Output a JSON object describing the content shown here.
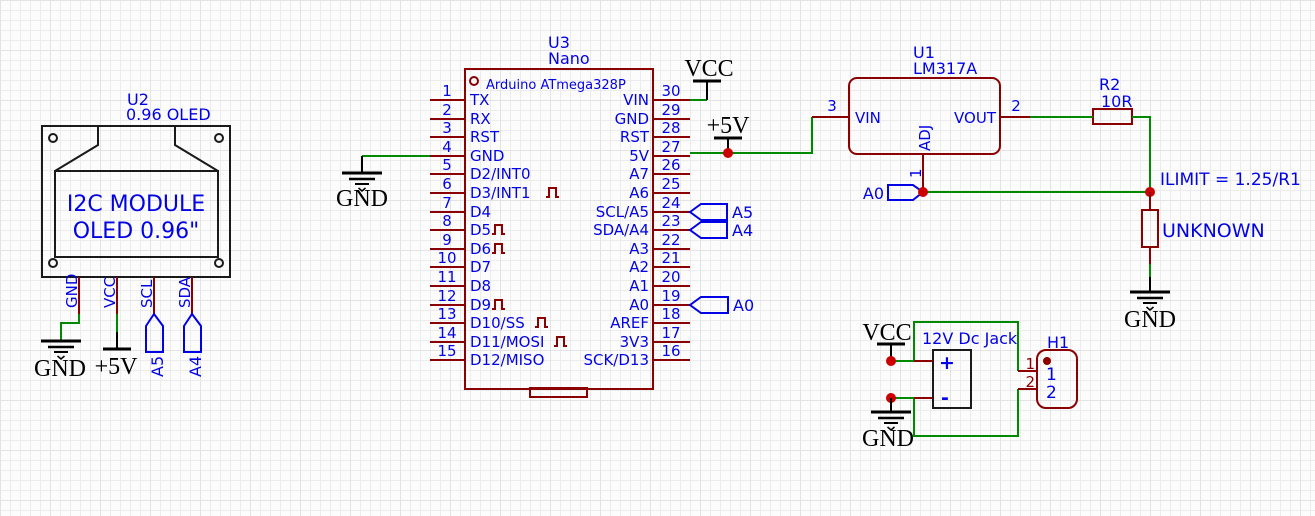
{
  "colors": {
    "component_outline": "#8b0000",
    "wire_green": "#008a00",
    "label_blue": "#0202e6",
    "junction_red": "#cc0000",
    "power_symbol_black": "#000000"
  },
  "power": {
    "gnd": "GND",
    "vcc": "VCC",
    "v5": "+5V"
  },
  "nets": {
    "a5": "A5",
    "a4": "A4",
    "a0": "A0"
  },
  "oled": {
    "refdes": "U2",
    "value": "0.96 OLED",
    "display_line1": "I2C MODULE",
    "display_line2": "OLED 0.96\"",
    "pins": [
      "GND",
      "VCC",
      "SCL",
      "SDA"
    ]
  },
  "nano": {
    "refdes": "U3",
    "value": "Nano",
    "part_label": "Arduino ATmega328P",
    "left_pins": [
      {
        "num": "1",
        "name": "TX"
      },
      {
        "num": "2",
        "name": "RX"
      },
      {
        "num": "3",
        "name": "RST"
      },
      {
        "num": "4",
        "name": "GND"
      },
      {
        "num": "5",
        "name": "D2/INT0"
      },
      {
        "num": "6",
        "name": "D3/INT1"
      },
      {
        "num": "7",
        "name": "D4"
      },
      {
        "num": "8",
        "name": "D5"
      },
      {
        "num": "9",
        "name": "D6"
      },
      {
        "num": "10",
        "name": "D7"
      },
      {
        "num": "11",
        "name": "D8"
      },
      {
        "num": "12",
        "name": "D9"
      },
      {
        "num": "13",
        "name": "D10/SS"
      },
      {
        "num": "14",
        "name": "D11/MOSI"
      },
      {
        "num": "15",
        "name": "D12/MISO"
      }
    ],
    "right_pins": [
      {
        "num": "30",
        "name": "VIN"
      },
      {
        "num": "29",
        "name": "GND"
      },
      {
        "num": "28",
        "name": "RST"
      },
      {
        "num": "27",
        "name": "5V"
      },
      {
        "num": "26",
        "name": "A7"
      },
      {
        "num": "25",
        "name": "A6"
      },
      {
        "num": "24",
        "name": "SCL/A5"
      },
      {
        "num": "23",
        "name": "SDA/A4"
      },
      {
        "num": "22",
        "name": "A3"
      },
      {
        "num": "21",
        "name": "A2"
      },
      {
        "num": "20",
        "name": "A1"
      },
      {
        "num": "19",
        "name": "A0"
      },
      {
        "num": "18",
        "name": "AREF"
      },
      {
        "num": "17",
        "name": "3V3"
      },
      {
        "num": "16",
        "name": "SCK/D13"
      }
    ]
  },
  "regulator": {
    "refdes": "U1",
    "value": "LM317A",
    "vin": {
      "num": "3",
      "name": "VIN"
    },
    "vout": {
      "num": "2",
      "name": "VOUT"
    },
    "adj": {
      "num": "1",
      "name": "ADJ"
    }
  },
  "resistor_r2": {
    "refdes": "R2",
    "value": "10R"
  },
  "resistor_unknown": {
    "label": "UNKNOWN"
  },
  "note_ilimit": "ILIMIT = 1.25/R1",
  "dc_jack": {
    "label": "12V Dc Jack",
    "plus": "+",
    "minus": "-"
  },
  "header_h1": {
    "refdes": "H1",
    "pins": [
      {
        "num": "1",
        "name": "1"
      },
      {
        "num": "2",
        "name": "2"
      }
    ]
  }
}
